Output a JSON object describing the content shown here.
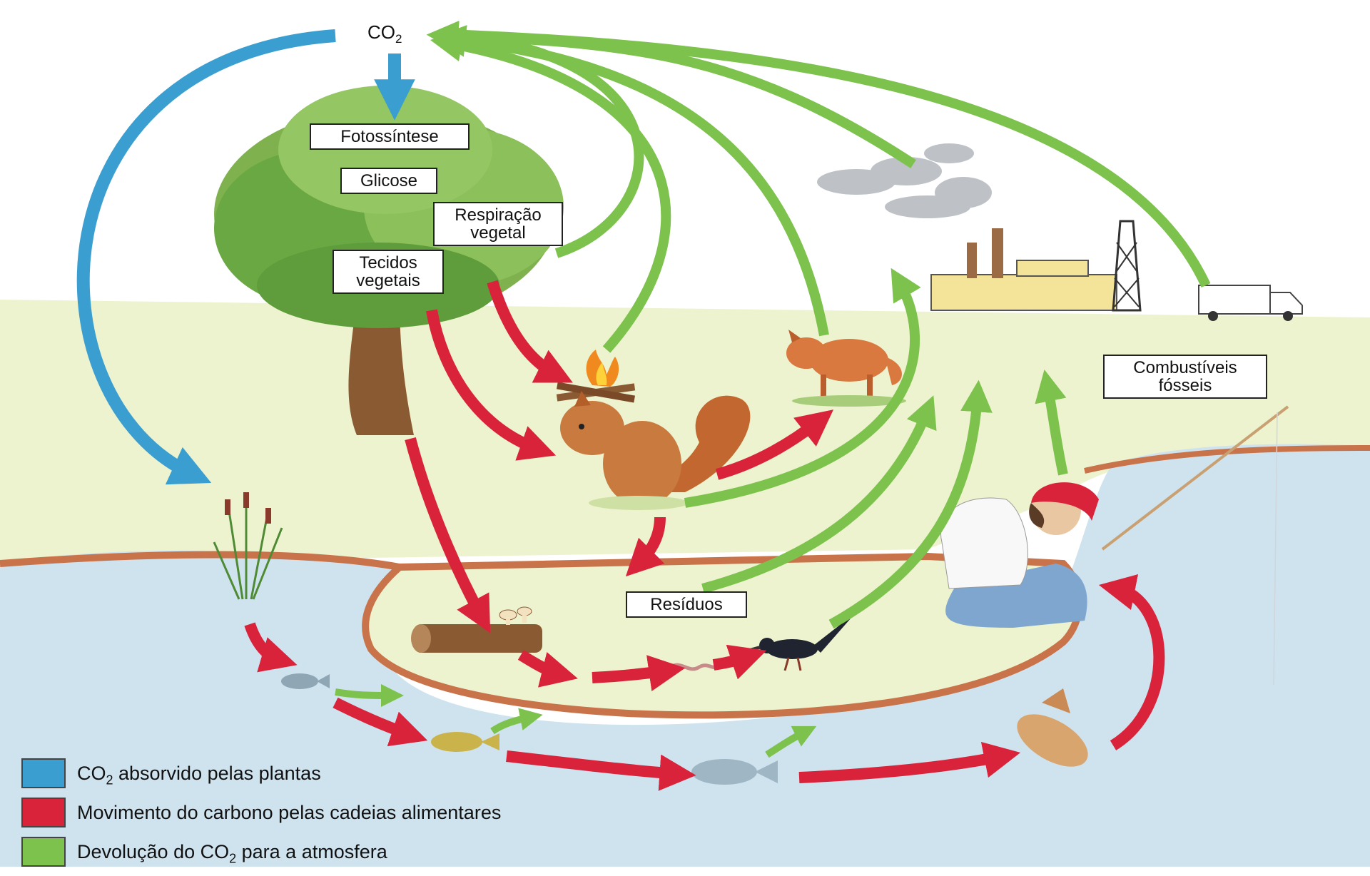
{
  "title_co2": {
    "pre": "CO",
    "sub": "2"
  },
  "labels": {
    "photosynthesis": "Fotossíntese",
    "glucose": "Glicose",
    "plant_respiration": [
      "Respiração",
      "vegetal"
    ],
    "plant_tissues": [
      "Tecidos",
      "vegetais"
    ],
    "fossil_fuels": [
      "Combustíveis",
      "fósseis"
    ],
    "residues": "Resíduos"
  },
  "legend": [
    {
      "pre": "CO",
      "sub": "2",
      "post": " absorvido pelas plantas",
      "color": "#3a9fd0"
    },
    {
      "pre": "Movimento do carbono pelas cadeias alimentares",
      "sub": "",
      "post": "",
      "color": "#d9233b"
    },
    {
      "pre": "Devolução do CO",
      "sub": "2",
      "post": " para a atmosfera",
      "color": "#7cc24c"
    }
  ],
  "colors": {
    "absorbed": "#3a9fd0",
    "food_chain": "#d9233b",
    "returned": "#7cc24c",
    "ground": "#eef3cf",
    "water": "#cfe3ef"
  },
  "illustrations": [
    "tree-icon",
    "campfire-icon",
    "squirrel-icon",
    "fox-icon",
    "factory-icon",
    "truck-icon",
    "smoke-icon",
    "cattail-icon",
    "log-icon",
    "mushroom-icon",
    "bird-icon",
    "worm-icon",
    "fish-icon",
    "fisherman-icon",
    "fishing-rod-icon"
  ]
}
